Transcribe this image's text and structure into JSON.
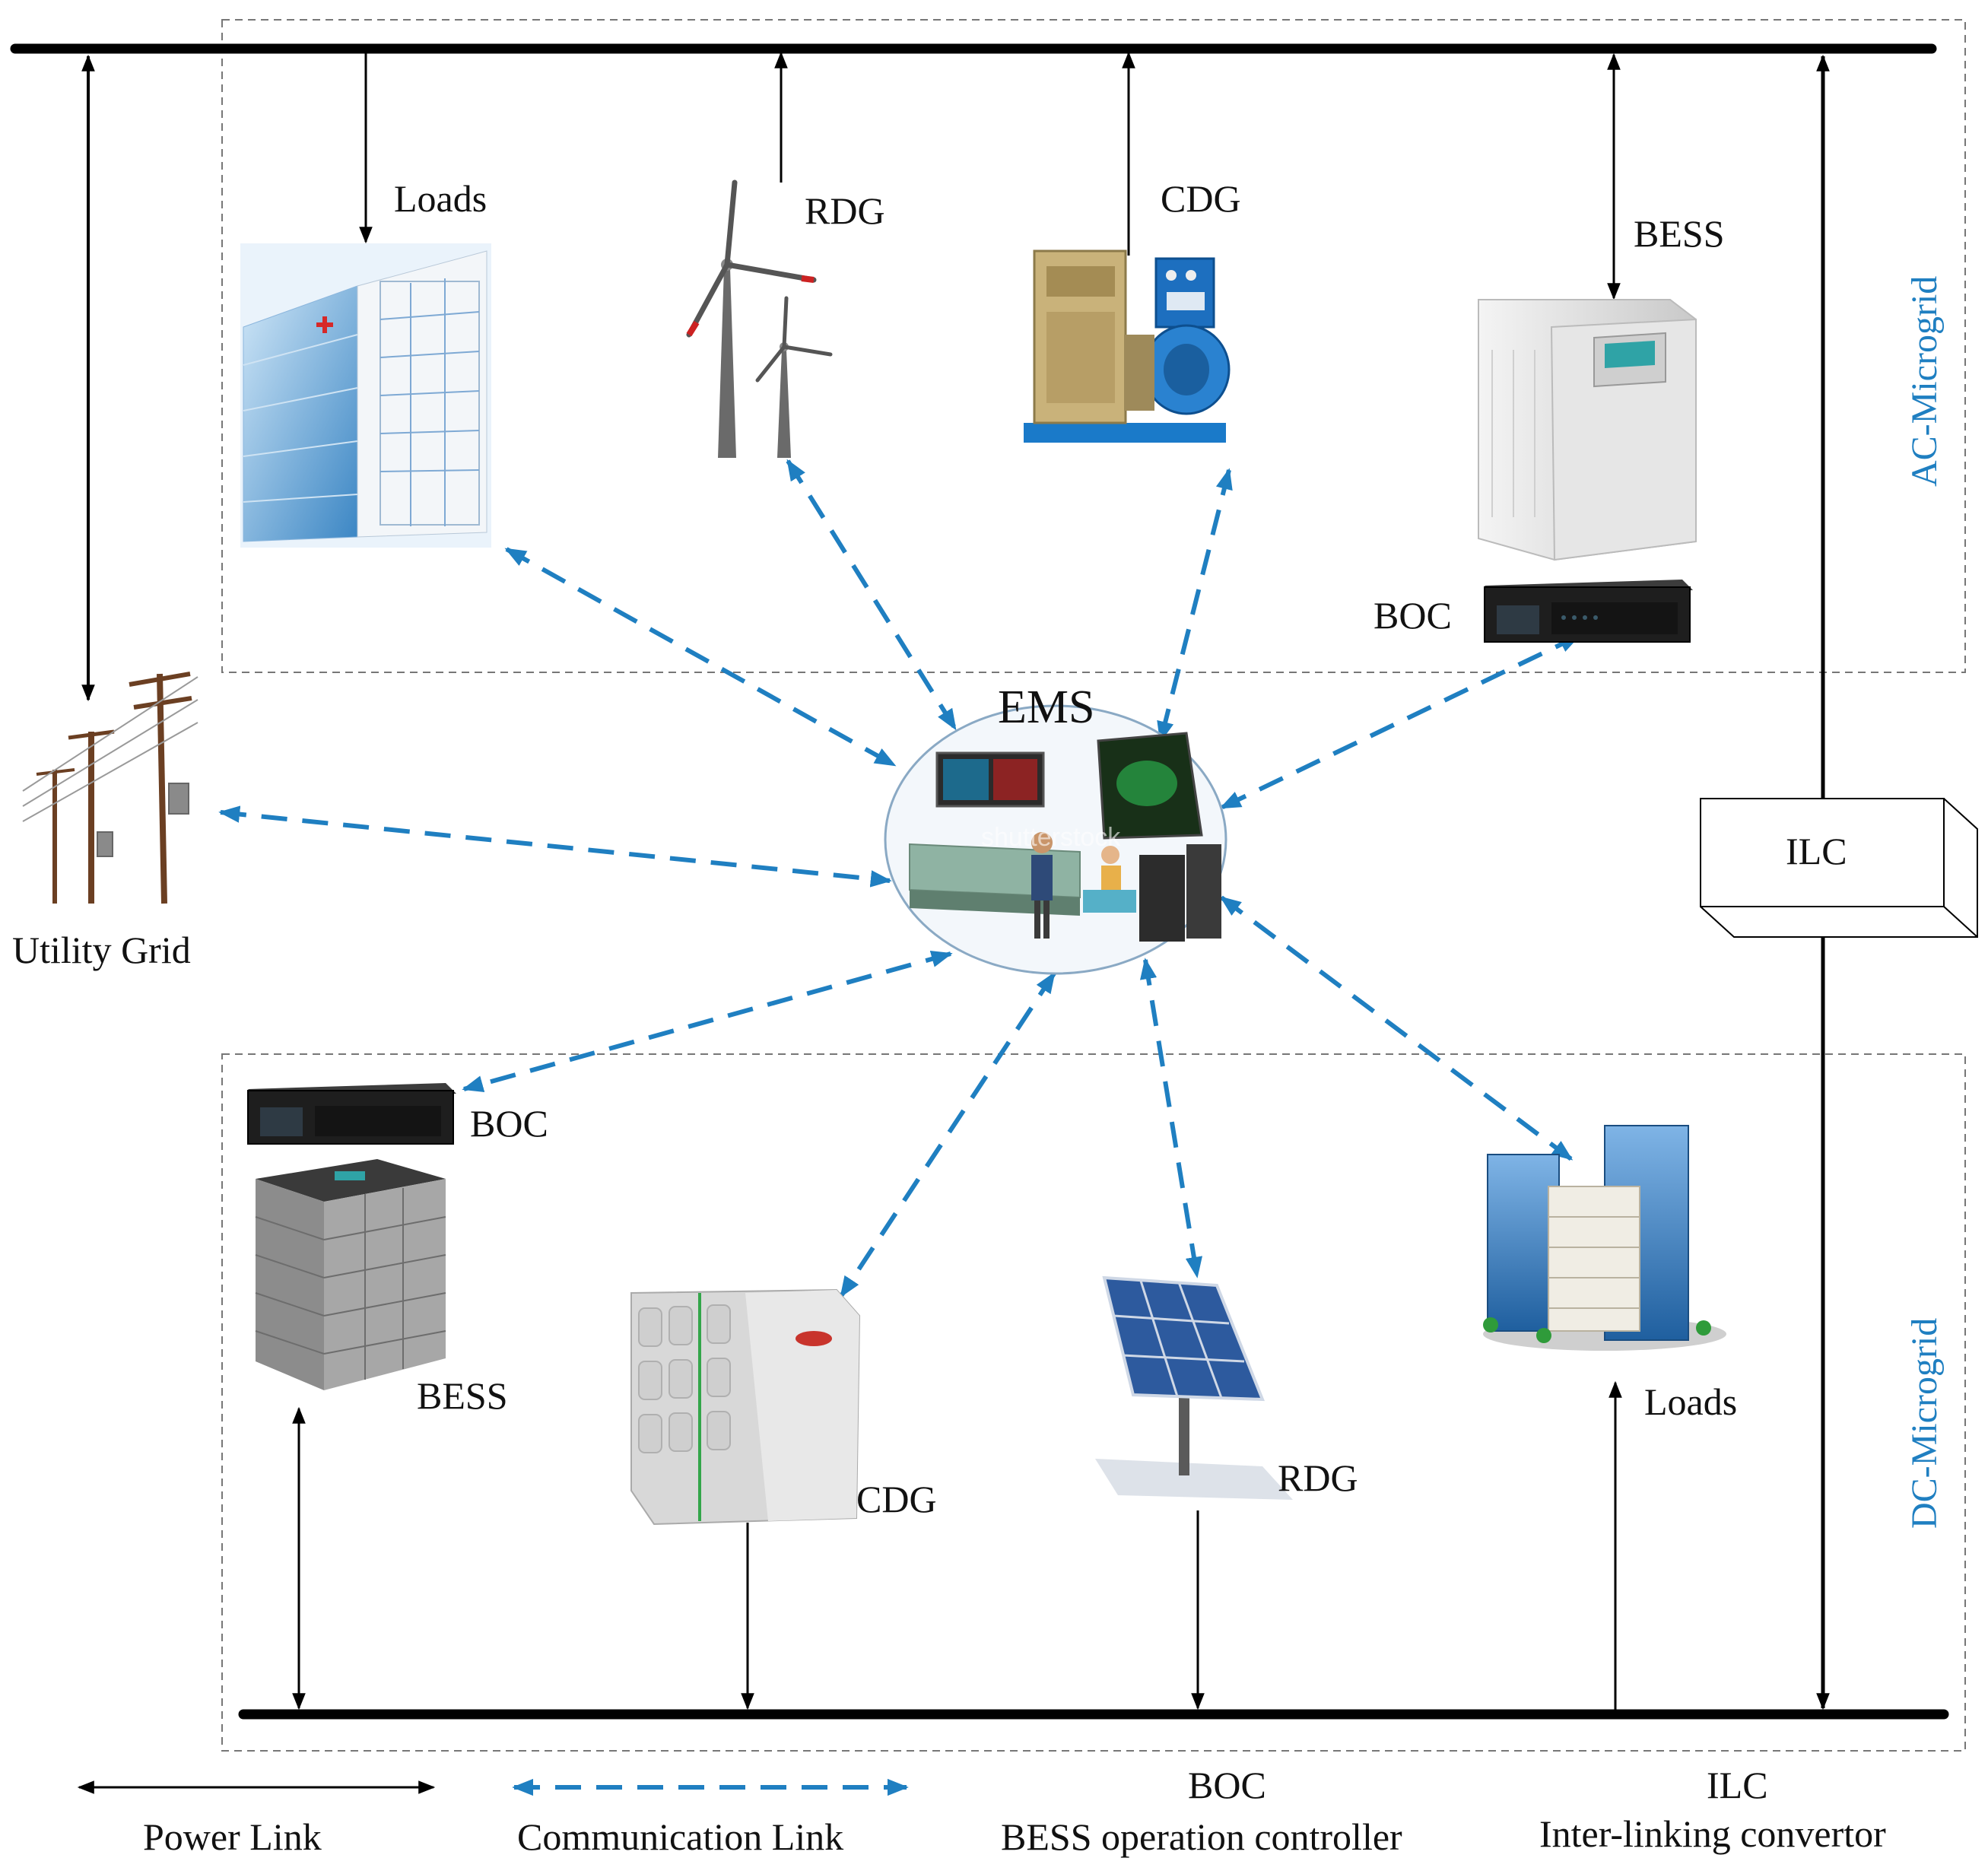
{
  "labels": {
    "ac_loads": "Loads",
    "ac_rdg": "RDG",
    "ac_cdg": "CDG",
    "ac_bess": "BESS",
    "ac_boc": "BOC",
    "ac_microgrid": "AC-Microgrid",
    "ems": "EMS",
    "watermark": "shutterstock",
    "utility_grid": "Utility Grid",
    "ilc": "ILC",
    "dc_boc": "BOC",
    "dc_bess": "BESS",
    "dc_cdg": "CDG",
    "dc_rdg": "RDG",
    "dc_loads": "Loads",
    "dc_microgrid": "DC-Microgrid"
  },
  "legend": {
    "power_link": "Power Link",
    "communication_link": "Communication Link",
    "boc_abbr": "BOC",
    "boc_full": "BESS operation controller",
    "ilc_abbr": "ILC",
    "ilc_full": "Inter-linking convertor"
  },
  "colors": {
    "bus": "#000000",
    "communication": "#1f7fc1",
    "microgrid_label": "#1f7fc1",
    "dashed_box": "#777777"
  },
  "icons": [
    "hospital-building-icon",
    "wind-turbine-icon",
    "diesel-generator-icon",
    "ups-cabinet-icon",
    "router-controller-icon",
    "control-room-icon",
    "power-pole-icon",
    "battery-rack-icon",
    "fuel-cell-icon",
    "solar-panel-icon",
    "city-buildings-icon"
  ]
}
